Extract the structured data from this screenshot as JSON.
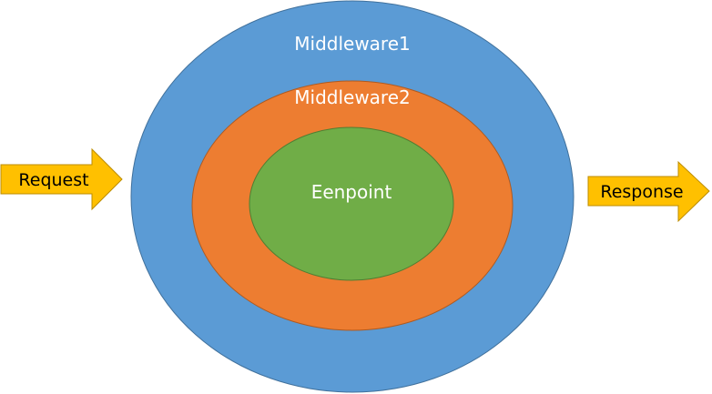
{
  "diagram": {
    "outer_ring": {
      "label": "Middleware1",
      "color": "#5B9BD5"
    },
    "middle_ring": {
      "label": "Middleware2",
      "color": "#ED7D31"
    },
    "inner_ring": {
      "label": "Eenpoint",
      "color": "#70AD47"
    },
    "request_arrow": {
      "label": "Request",
      "color": "#FFC000"
    },
    "response_arrow": {
      "label": "Response",
      "color": "#FFC000"
    },
    "outline_color": "#41719C"
  }
}
